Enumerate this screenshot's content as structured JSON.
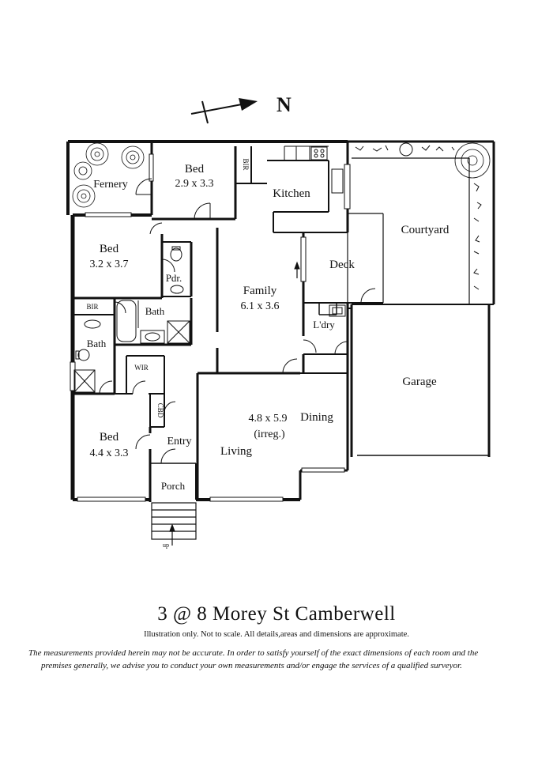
{
  "compass": {
    "north_label": "N"
  },
  "rooms": {
    "fernery": "Fernery",
    "bed1": {
      "name": "Bed",
      "size": "2.9 x 3.3"
    },
    "bir_top": "BIR",
    "kitchen": "Kitchen",
    "courtyard": "Courtyard",
    "bed2": {
      "name": "Bed",
      "size": "3.2 x 3.7"
    },
    "pdr": "Pdr.",
    "deck": "Deck",
    "family": {
      "name": "Family",
      "size": "6.1 x 3.6"
    },
    "bir_left": "BIR",
    "bath1": "Bath",
    "bath2": "Bath",
    "ldry": "L'dry",
    "wir": "WIR",
    "garage": "Garage",
    "cbd": "CBD",
    "dining_size": "4.8 x 5.9",
    "dining_note": "(irreg.)",
    "dining": "Dining",
    "bed3": {
      "name": "Bed",
      "size": "4.4 x 3.3"
    },
    "entry": "Entry",
    "living": "Living",
    "porch": "Porch",
    "stairs_up": "up"
  },
  "footer": {
    "title": "3 @ 8 Morey  St Camberwell",
    "subtitle": "Illustration only. Not to scale. All details,areas and dimensions are approximate.",
    "disclaimer_line1": "The measurements provided herein may not be accurate. In order to satisfy yourself of the exact dimensions of each room and the",
    "disclaimer_line2": "premises generally, we advise you to conduct your own measurements and/or engage the services of a qualified surveyor."
  }
}
